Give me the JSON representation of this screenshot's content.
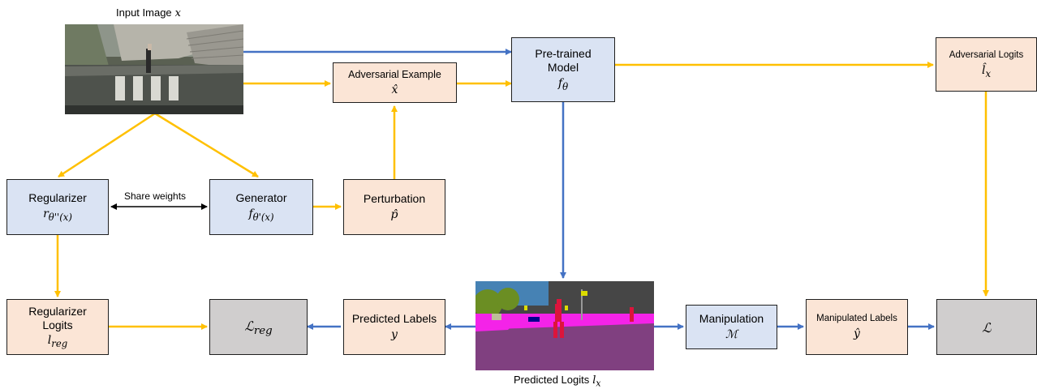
{
  "captions": {
    "input_image": {
      "label": "Input Image",
      "symbol": "x"
    },
    "predicted_logits": {
      "label": "Predicted Logits",
      "symbol": "l",
      "sub": "x"
    },
    "share_weights": "Share weights"
  },
  "nodes": {
    "pretrained_model": {
      "line1": "Pre-trained",
      "line2": "Model",
      "symbol": "f",
      "sub": "θ"
    },
    "adversarial_example": {
      "label": "Adversarial Example",
      "symbol": "x̂"
    },
    "adversarial_logits": {
      "label": "Adversarial Logits",
      "symbol": "l̂",
      "sub": "x"
    },
    "regularizer": {
      "label": "Regularizer",
      "symbol": "r",
      "sub": "θ''(x)"
    },
    "generator": {
      "label": "Generator",
      "symbol": "f",
      "sub": "θ'(x)"
    },
    "perturbation": {
      "label": "Perturbation",
      "symbol": "p̂"
    },
    "regularizer_logits": {
      "line1": "Regularizer",
      "line2": "Logits",
      "symbol": "l",
      "sub": "reg"
    },
    "loss_reg": {
      "symbol": "ℒ",
      "sub": "reg"
    },
    "predicted_labels": {
      "label": "Predicted Labels",
      "symbol": "y"
    },
    "manipulation": {
      "label": "Manipulation",
      "symbol": "ℳ"
    },
    "manipulated_labels": {
      "label": "Manipulated Labels",
      "symbol": "ŷ"
    },
    "loss": {
      "symbol": "ℒ"
    }
  },
  "colors": {
    "blue_arrow": "#4472c4",
    "yellow_arrow": "#ffc000",
    "black_arrow": "#000000",
    "model_fill": "#dae3f3",
    "output_fill": "#fbe5d6",
    "loss_fill": "#d0cece"
  }
}
